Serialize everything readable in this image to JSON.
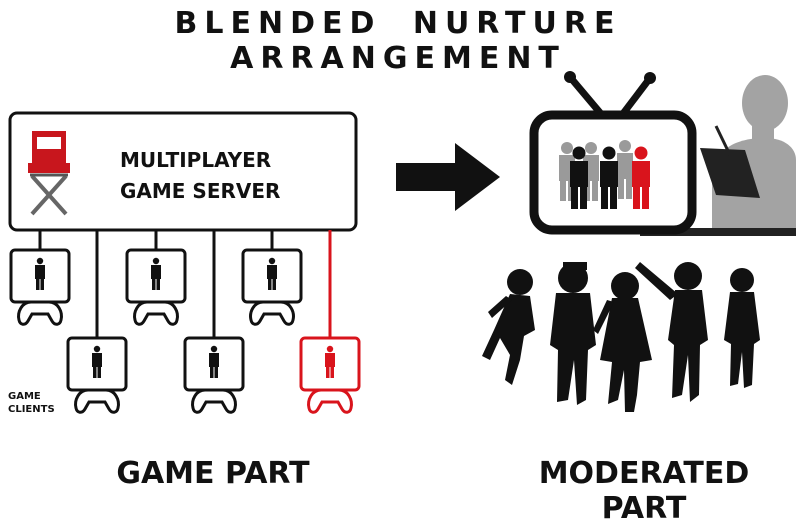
{
  "title": "BLENDED NURTURE ARRANGEMENT",
  "server": {
    "line1": "MULTIPLAYER",
    "line2": "GAME SERVER",
    "icon": "directors-chair-icon"
  },
  "clients_label": {
    "line1": "GAME",
    "line2": "CLIENTS"
  },
  "left_caption": "GAME PART",
  "right_caption": "MODERATED PART",
  "colors": {
    "black": "#111111",
    "highlight": "#d9141c",
    "grey": "#9a9a9a"
  },
  "icons": {
    "arrow": "right-arrow-icon",
    "tv": "television-icon",
    "observer": "observer-with-clipboard-icon",
    "children": "children-silhouette-icon",
    "client": "game-client-icon"
  }
}
